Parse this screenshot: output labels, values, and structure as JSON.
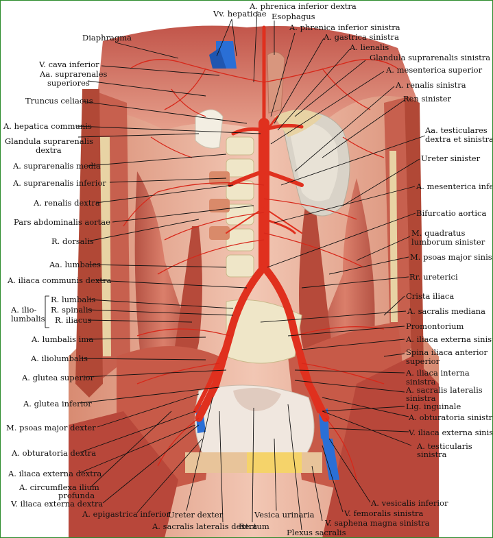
{
  "colors": {
    "artery": "#e0301e",
    "vein": "#2a6fd6",
    "muscle": "#c8574a",
    "muscle_light": "#e39a86",
    "bone": "#efe6c8",
    "kidney": "#d9d3c8",
    "frame": "#2a8a2a"
  },
  "icons": [
    "anatomical-illustration"
  ],
  "labels": {
    "vv_hepaticae": "Vv. hepaticae",
    "a_phrenica_inferior_dextra": "A. phrenica inferior dextra",
    "esophagus": "Esophagus",
    "a_phrenica_inferior_sinistra": "A. phrenica inferior sinistra",
    "diaphragma": "Diaphragma",
    "a_gastrica_sinistra": "A. gastrica sinistra",
    "a_lienalis": "A. lienalis",
    "v_cava_inferior": "V. cava inferior",
    "glandula_suprarenalis_sinistra": "Glandula suprarenalis sinistra",
    "aa_suprarenales_1": "Aa. suprarenales",
    "aa_suprarenales_2": "superiores",
    "a_mesenterica_superior": "A. mesenterica superior",
    "a_renalis_sinistra": "A. renalis sinistra",
    "truncus_celiacus": "Truncus celiacus",
    "ren_sinister": "Ren sinister",
    "a_hepatica_communis": "A. hepatica communis",
    "aa_testiculares_1": "Aa. testiculares",
    "aa_testiculares_2": "dextra et sinistra",
    "glandula_supra_dextra_1": "Glandula suprarenalis",
    "glandula_supra_dextra_2": "dextra",
    "a_suprarenalis_media": "A. suprarenalis media",
    "ureter_sinister": "Ureter sinister",
    "a_suprarenalis_inferior": "A. suprarenalis inferior",
    "a_mesenterica_inferior": "A. mesenterica inferior",
    "a_renalis_dextra": "A. renalis dextra",
    "bifurcatio_aortica": "Bifurcatio aortica",
    "pars_abdominalis_aortae": "Pars abdominalis aortae",
    "m_quadratus_1": "M. quadratus",
    "m_quadratus_2": "lumborum sinister",
    "r_dorsalis": "R. dorsalis",
    "m_psoas_major_sinister": "M. psoas major sinister",
    "aa_lumbales": "Aa. lumbales",
    "a_iliaca_communis_dextra": "A. iliaca communis dextra",
    "rr_ureterici": "Rr. ureterici",
    "a_iliolumbalis_1": "A. ilio-",
    "a_iliolumbalis_2": "lumbalis",
    "r_lumbalis": "R. lumbalis",
    "crista_iliaca": "Crista iliaca",
    "r_spinalis": "R. spinalis",
    "a_sacralis_mediana": "A. sacralis mediana",
    "r_iliacus": "R. iliacus",
    "promontorium": "Promontorium",
    "a_lumbalis_ima": "A. lumbalis ima",
    "a_iliaca_externa_sinistra": "A. iliaca externa sinistra",
    "spina_iliaca_1": "Spina iliaca anterior",
    "spina_iliaca_2": "superior",
    "a_iliolumbalis": "A. iliolumbalis",
    "a_iliaca_interna_1": "A. iliaca interna",
    "a_iliaca_interna_2": "sinistra",
    "a_glutea_superior": "A. glutea superior",
    "a_sacralis_lateralis_sin_1": "A. sacralis lateralis",
    "a_sacralis_lateralis_sin_2": "sinistra",
    "lig_inguinale": "Lig. inguinale",
    "a_glutea_inferior": "A. glutea inferior",
    "a_obturatoria_sinistra": "A. obturatoria sinistra",
    "m_psoas_major_dexter": "M. psoas major dexter",
    "v_iliaca_externa_sinistra": "V. iliaca externa sinistra",
    "a_testicularis_1": "A. testicularis",
    "a_testicularis_2": "sinistra",
    "a_obturatoria_dextra": "A. obturatoria dextra",
    "a_iliaca_externa_dextra": "A. iliaca externa dextra",
    "a_circumflexa_1": "A. circumflexa ilium",
    "a_circumflexa_2": "profunda",
    "a_vesicalis_inferior": "A. vesicalis inferior",
    "v_iliaca_externa_dextra": "V. iliaca externa dextra",
    "v_femoralis_sinistra": "V. femoralis sinistra",
    "a_epigastrica_inferior": "A. epigastrica inferior",
    "ureter_dexter": "Ureter dexter",
    "vesica_urinaria": "Vesica urinaria",
    "v_saphena_magna_sinistra": "V. saphena magna sinistra",
    "a_sacralis_lateralis_dextra": "A. sacralis lateralis dextra",
    "rectum": "Rectum",
    "plexus_sacralis": "Plexus sacralis"
  }
}
